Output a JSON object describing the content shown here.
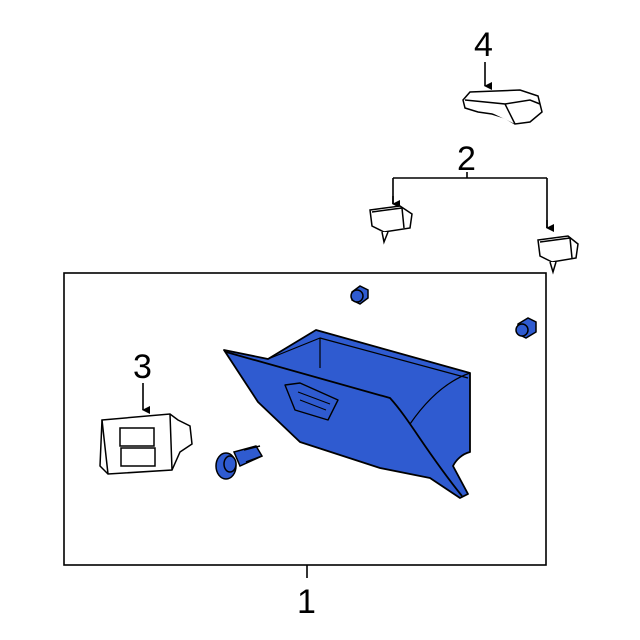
{
  "callouts": {
    "one": "1",
    "two": "2",
    "three": "3",
    "four": "4"
  },
  "colors": {
    "part_fill": "#2f5bd0",
    "outline": "#000000"
  }
}
